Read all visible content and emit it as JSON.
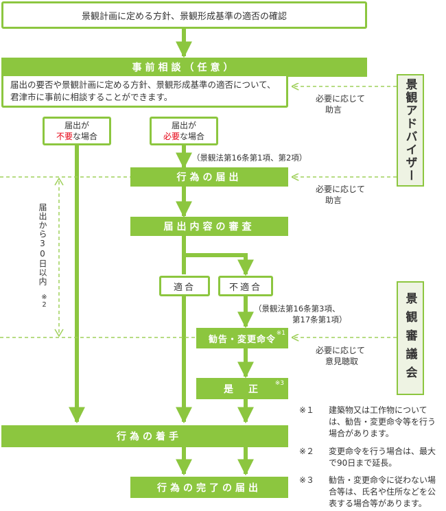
{
  "colors": {
    "accent": "#8cc63f",
    "accent_light": "#eef3e3",
    "text": "#333333",
    "emphasis": "#e60012",
    "advice_line": "#9fd05a"
  },
  "steps": {
    "confirm": "景観計画に定める方針、景観形成基準の適否の確認",
    "consult_title": "事前相談（任意）",
    "consult_body": "届出の要否や景観計画に定める方針、景観形成基準の適否について、君津市に事前に相談することができます。",
    "notify": "行為の届出",
    "review": "届出内容の審査",
    "start": "行為の着手",
    "complete": "行為の完了の届出"
  },
  "branches": {
    "not_required": {
      "line1": "届出が",
      "emph": "不要",
      "rest": "な場合"
    },
    "required": {
      "line1": "届出が",
      "emph": "必要",
      "rest": "な場合"
    },
    "conform": "適合",
    "nonconform": "不適合"
  },
  "actions": {
    "order": "勧告・変更命令",
    "order_mark": "※1",
    "correct": "是　正",
    "correct_mark": "※3"
  },
  "references": {
    "law_notify": "（景観法第16条第1項、第2項）",
    "law_order_1": "（景観法第16条第3項、",
    "law_order_2": "第17条第1項）"
  },
  "deadline": {
    "text": "届出から30日以内",
    "mark": "※2"
  },
  "advice": {
    "a1_line1": "必要に応じて",
    "a1_line2": "助言",
    "a2_line1": "必要に応じて",
    "a2_line2": "助言",
    "a3_line1": "必要に応じて",
    "a3_line2": "意見聴取"
  },
  "side_boxes": {
    "adviser": "景観アドバイザー",
    "council": "景観審議会"
  },
  "notes": [
    {
      "num": "※１",
      "text": "建築物又は工作物については、勧告・変更命令等を行う場合があります。"
    },
    {
      "num": "※２",
      "text": "変更命令を行う場合は、最大で90日まで延長。"
    },
    {
      "num": "※３",
      "text": "勧告・変更命令に従わない場合等は、氏名や住所などを公表する場合等があります。"
    }
  ]
}
